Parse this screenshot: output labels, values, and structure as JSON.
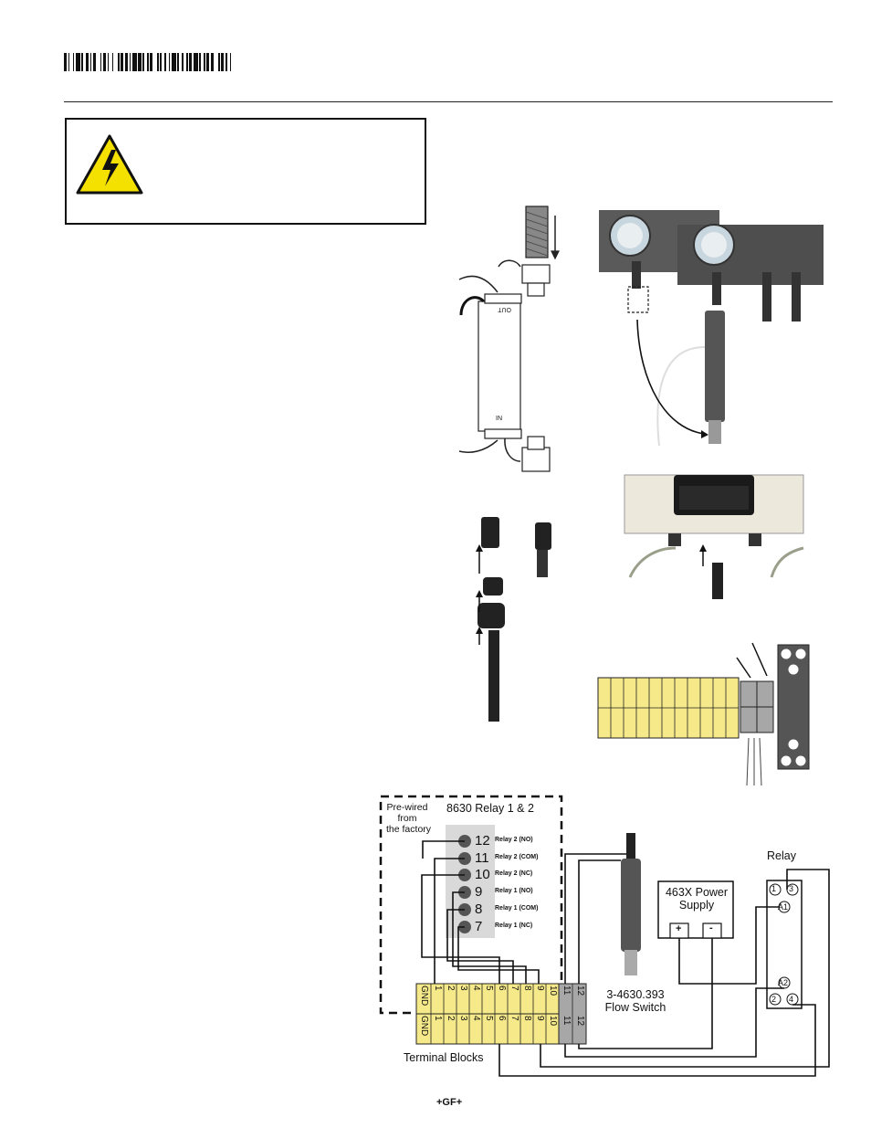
{
  "header": {
    "barcode_icon": "barcode-icon"
  },
  "warning": {
    "icon": "high-voltage-warning-icon",
    "color_fill": "#f5e100"
  },
  "flow_cell": {
    "out_label": "OUT",
    "in_label": "IN"
  },
  "wiring": {
    "prewired_line1": "Pre-wired",
    "prewired_line2": "from",
    "prewired_line3": "the factory",
    "relay_module_title": "8630 Relay 1 & 2",
    "terminals": [
      {
        "num": "12",
        "label": "Relay 2 (NO)"
      },
      {
        "num": "11",
        "label": "Relay 2 (COM)"
      },
      {
        "num": "10",
        "label": "Relay 2 (NC)"
      },
      {
        "num": "9",
        "label": "Relay 1 (NO)"
      },
      {
        "num": "8",
        "label": "Relay 1 (COM)"
      },
      {
        "num": "7",
        "label": "Relay 1 (NC)"
      }
    ],
    "power_supply_line1": "463X Power",
    "power_supply_line2": "Supply",
    "plus": "+",
    "minus": "-",
    "relay_label": "Relay",
    "relay_pins": [
      "1",
      "3",
      "A1",
      "A2",
      "2",
      "4"
    ],
    "flow_switch_line1": "3-4630.393",
    "flow_switch_line2": "Flow Switch",
    "terminal_blocks_label": "Terminal Blocks",
    "block_cells": [
      "GND",
      "1",
      "2",
      "3",
      "4",
      "5",
      "6",
      "7",
      "8",
      "9",
      "10"
    ],
    "gray_cells": [
      "11",
      "12"
    ],
    "block_color": "#f5e98a",
    "gray_color": "#a7a7a7"
  },
  "footer": {
    "logo": "+GF+"
  }
}
